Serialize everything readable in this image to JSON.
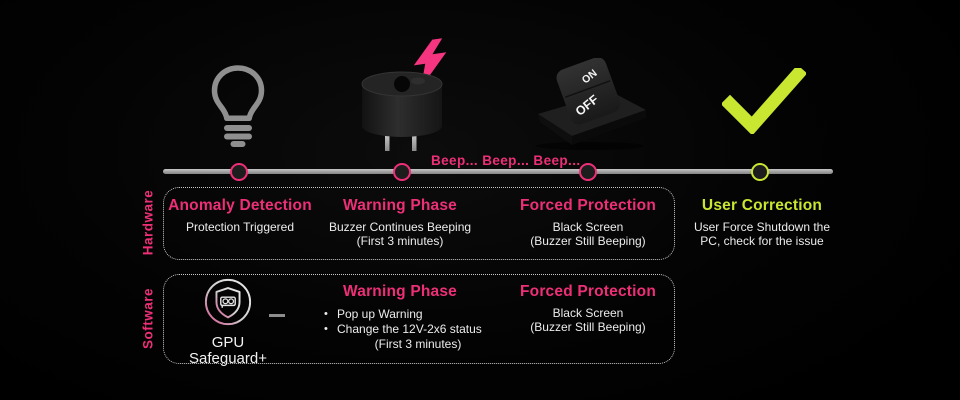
{
  "colors": {
    "pink": "#ee2f77",
    "green": "#c9e631",
    "text_white": "#ececec",
    "timeline_gray": "#a6a6a6"
  },
  "icons": {
    "light_bulb": "light-bulb-icon",
    "buzzer": "buzzer-icon",
    "lightning": "lightning-bolt-icon",
    "power_switch": "power-switch-icon",
    "checkmark": "checkmark-icon",
    "shield": "gpu-safeguard-shield-icon"
  },
  "timeline": {
    "beep_text": "Beep... Beep... Beep...",
    "switch": {
      "on": "ON",
      "off": "OFF"
    }
  },
  "rows": {
    "hardware": {
      "label": "Hardware",
      "steps": [
        {
          "title": "Anomaly Detection",
          "lines": [
            "Protection Triggered"
          ]
        },
        {
          "title": "Warning Phase",
          "lines": [
            "Buzzer Continues Beeping",
            "(First 3 minutes)"
          ]
        },
        {
          "title": "Forced Protection",
          "lines": [
            "Black Screen",
            "(Buzzer Still Beeping)"
          ]
        },
        {
          "title": "User Correction",
          "lines": [
            "User Force Shutdown the",
            "PC, check for the issue"
          ]
        }
      ]
    },
    "software": {
      "label": "Software",
      "logo": {
        "line1": "GPU",
        "line2": "Safeguard+"
      },
      "steps": [
        {
          "title": "Warning Phase",
          "bullets": [
            "Pop up Warning",
            "Change the 12V-2x6 status"
          ],
          "note": "(First 3 minutes)"
        },
        {
          "title": "Forced Protection",
          "lines": [
            "Black Screen",
            "(Buzzer Still Beeping)"
          ]
        }
      ]
    }
  }
}
